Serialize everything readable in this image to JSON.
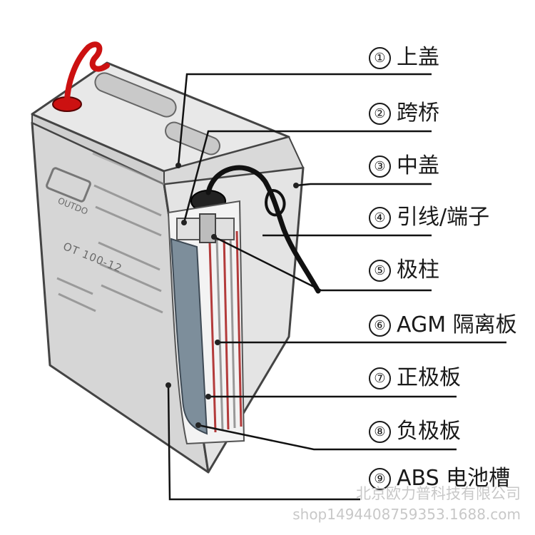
{
  "labels": [
    {
      "num": "①",
      "text": "上盖"
    },
    {
      "num": "②",
      "text": "跨桥"
    },
    {
      "num": "③",
      "text": "中盖"
    },
    {
      "num": "④",
      "text": "引线/端子"
    },
    {
      "num": "⑤",
      "text": "极柱"
    },
    {
      "num": "⑥",
      "text": "AGM 隔离板"
    },
    {
      "num": "⑦",
      "text": "正极板"
    },
    {
      "num": "⑧",
      "text": "负极板"
    },
    {
      "num": "⑨",
      "text": "ABS 电池槽"
    }
  ],
  "battery_print": {
    "logo": "OUTDO",
    "model": "OT 100-12"
  },
  "watermark": {
    "company": "北京欧力普科技有限公司",
    "shop": "shop1494408759353.1688.com"
  },
  "colors": {
    "case": "#dcdcdc",
    "lid": "#e6e6e6",
    "plate_negative": "#7d8e9b",
    "plate_positive": "#b33b3b",
    "red_lead": "#cc1111"
  }
}
